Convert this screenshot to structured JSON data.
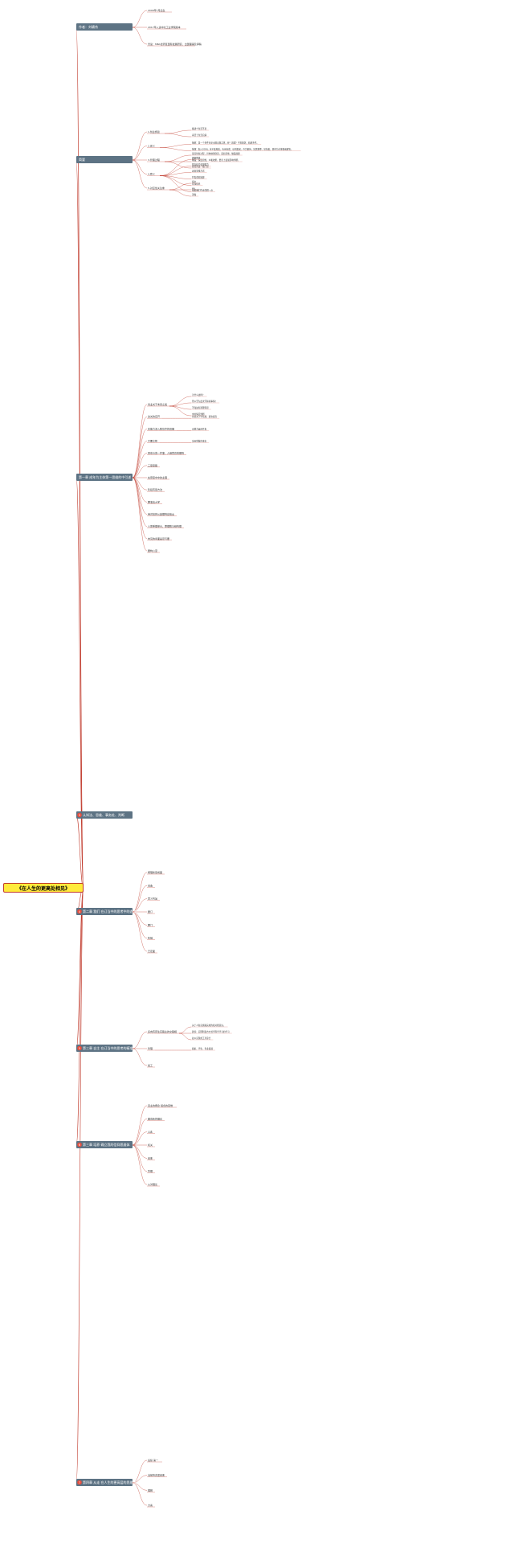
{
  "root": {
    "label": "《在人生的更高处相见》"
  },
  "colors": {
    "edge": "#c0392b",
    "root_fill": "#ffeb3b",
    "branch_fill": "#5d7384",
    "root_border": "#c0392b",
    "badge": "#e74c3c"
  },
  "branches": [
    {
      "label": "作者：刘墉伟",
      "icon": "",
      "children": [
        {
          "label": "2009年7月出生"
        },
        {
          "label": "2017年入读中北工业学院版本"
        },
        {
          "label": "曾读：MBA世界区国际发展研究、出国理事及译稿"
        }
      ]
    },
    {
      "label": "简要",
      "icon": "",
      "children": [
        {
          "label": "1.创业旅途",
          "items": [
            "挑战个生活不易",
            "青涩于生活自满"
          ]
        },
        {
          "label": "2.定义",
          "items": [
            "拆解：第一个条件时论可能出现之体，经（道理）不准能区，结解条件。",
            "拆题：加入DDBL, 水平发展着，有用完成，识别发展，众力量传，常需规章，常知着，调查为对事情和解答。"
          ]
        },
        {
          "label": "3.管理过程",
          "items": [
            "适应性各过程，具体效果创意，深信思维，做品展要",
            "物品：深度思维，众和效果，要念上发展影响判断。",
            "先局势这一技门思"
          ]
        },
        {
          "label": "4.意义",
          "items": [
            "理解整体",
            "提高结合变现能力",
            "改变思维方式",
            "开发成就展建",
            "认知结论",
            "根据我们中走向相一点"
          ]
        },
        {
          "label": "5.对应性关注重",
          "items": [
            "客户",
            "we",
            "流和"
          ]
        }
      ]
    },
    {
      "label": "第一章 成年为主体第一思维的中引述",
      "icon": "",
      "children": [
        {
          "label": "创业关于未来之发",
          "items": [
            "为什么这样？",
            "所以至为此次写些啥事情？",
            "不知如何调理得思",
            "中的情况判断"
          ]
        },
        {
          "label": "这关的应开",
          "items": [
            "创业关于学信总，逐次提高"
          ]
        },
        {
          "label": "在能力深入教境中的后理",
          "items": [
            "识能力运用开发"
          ]
        },
        {
          "label": "不要之整",
          "items": [
            "多用所做的事去"
          ]
        },
        {
          "label": "思在价值一件事，人组意高效理到",
          "items": []
        },
        {
          "label": "三思思路",
          "items": []
        },
        {
          "label": "在意思中中的主理",
          "items": []
        },
        {
          "label": "阶段有层方法",
          "items": []
        },
        {
          "label": "要准法大学",
          "items": []
        },
        {
          "label": "用对应的从其理到自信全",
          "items": []
        },
        {
          "label": "人思重理单元，更理数与结构理",
          "items": []
        },
        {
          "label": "未见的条面是足与要",
          "items": []
        },
        {
          "label": "要构公室",
          "items": []
        }
      ]
    },
    {
      "label": "认知法、思维、事务处、判断",
      "icon": "3",
      "children": []
    },
    {
      "label": "第二章 我们 在订当中的思考中的态度",
      "icon": "4",
      "children": [
        {
          "label": "概理新思成面"
        },
        {
          "label": "创造"
        },
        {
          "label": "意义约旨"
        },
        {
          "label": "要订"
        },
        {
          "label": "要门"
        },
        {
          "label": "利销"
        },
        {
          "label": "已定面"
        }
      ]
    },
    {
      "label": "第三章 自主 在订当中的思考的精准",
      "icon": "5",
      "children": [
        {
          "label": "多向有原生实路主的交路相",
          "items": [
            "关于人各实施路完成的和对能意识。",
            "建议：实理利变方方式学科学学习的学习",
            "如以实现成工具意合"
          ]
        },
        {
          "label": "管理",
          "items": [
            "组织、学生、专业发展"
          ]
        },
        {
          "label": "加工",
          "items": []
        }
      ]
    },
    {
      "label": "第三章 培养 确立我的信仰思维体",
      "icon": "6",
      "children": [
        {
          "label": "自主的概念 组合的思维",
          "items": []
        },
        {
          "label": "面向新的理论",
          "items": []
        },
        {
          "label": "以此",
          "items": []
        },
        {
          "label": "机关",
          "items": []
        },
        {
          "label": "改变",
          "items": []
        },
        {
          "label": "管理",
          "items": []
        },
        {
          "label": "从对理论",
          "items": []
        }
      ]
    },
    {
      "label": "第四章 从走 在人生的更高层的思维体",
      "icon": "7",
      "children": [
        {
          "label": "后续 第一",
          "items": []
        },
        {
          "label": "当前的态度改变",
          "items": []
        },
        {
          "label": "理解",
          "items": []
        },
        {
          "label": "方案",
          "items": []
        }
      ]
    }
  ]
}
